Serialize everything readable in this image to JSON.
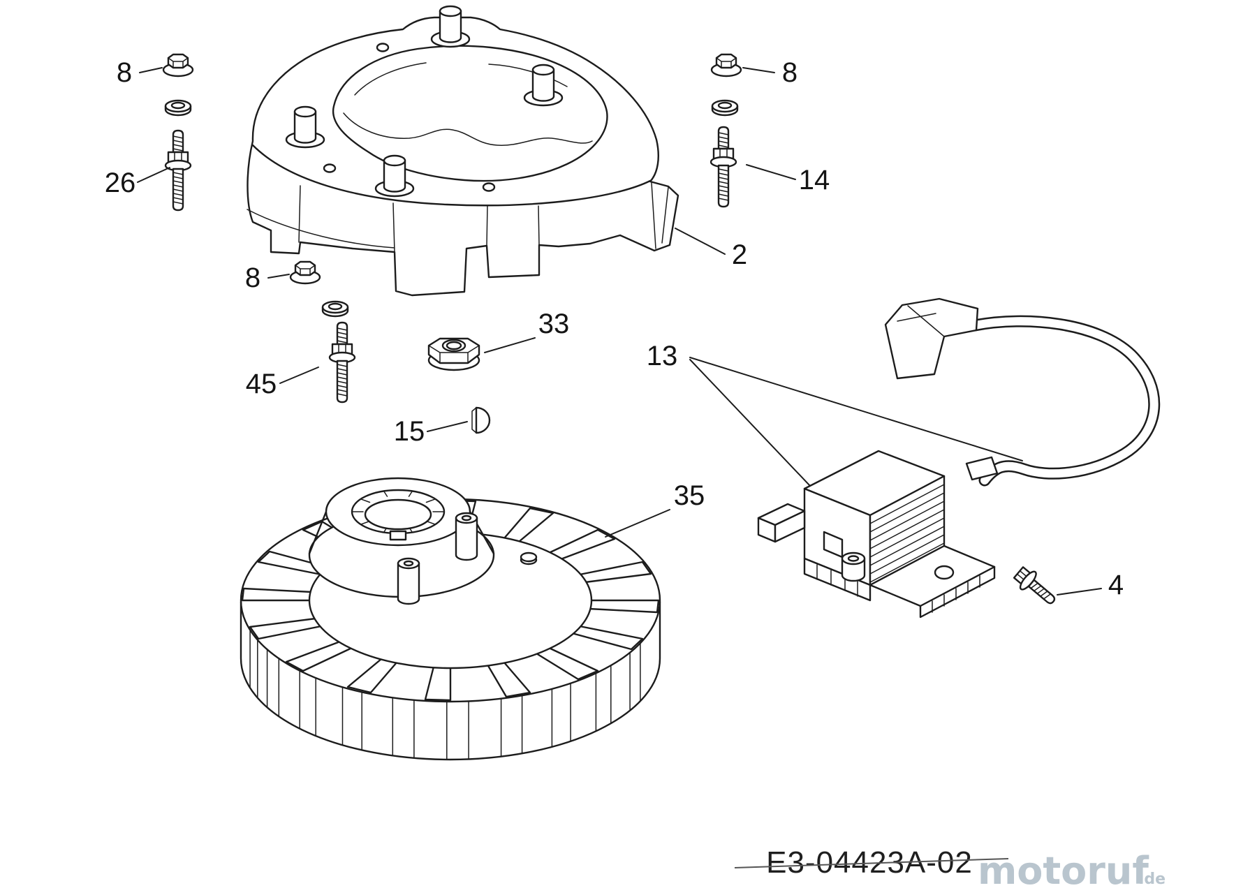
{
  "diagram": {
    "background": "#ffffff",
    "line_color": "#1c1c1c",
    "watermark_color": "#b9c5ce",
    "code": "E3-04423A-02",
    "watermark": {
      "brand": "motoruf",
      "suffix": ".de"
    },
    "labels": {
      "top_left_nut": "8",
      "left_stud": "26",
      "top_right_nut": "8",
      "right_stud": "14",
      "blower_housing": "2",
      "mid_nut": "8",
      "flange_nut": "33",
      "mid_stud": "45",
      "ignition_coil": "13",
      "woodruff_key": "15",
      "flywheel": "35",
      "coil_bolt": "4"
    }
  }
}
